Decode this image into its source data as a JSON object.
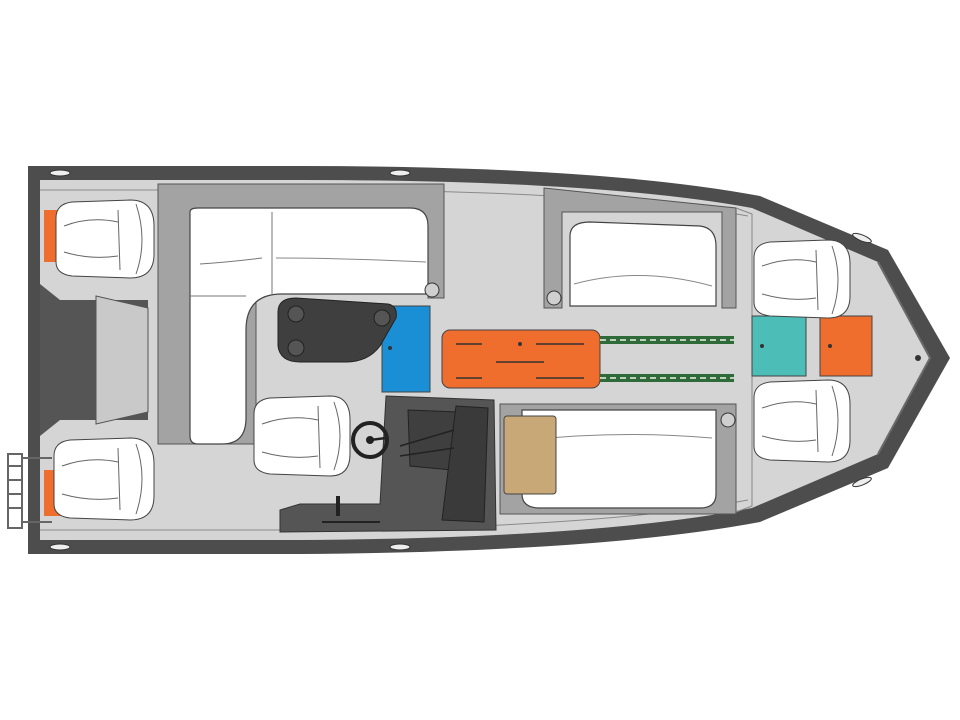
{
  "diagram": {
    "kind": "boat-deck-layout",
    "view": "top-down",
    "background_color": "#ffffff",
    "colors": {
      "hull_outline": "#4d4d4d",
      "gunwale": "#5c5c5c",
      "deck": "#d5d5d5",
      "console_frame": "#9a9a9a",
      "cushion": "#ffffff",
      "helm_console": "#555555",
      "dark_panel": "#3f3f3f",
      "storage_orange": "#ef6d2d",
      "storage_blue": "#1a8fd6",
      "storage_teal": "#4dbdb8",
      "cooler_tan": "#c9a878",
      "rod_locker_green": "#2e6b38"
    },
    "components": [
      {
        "name": "bow-casting-deck",
        "icon": "deck"
      },
      {
        "name": "stern-seat-port",
        "icon": "seat"
      },
      {
        "name": "stern-seat-starboard",
        "icon": "seat"
      },
      {
        "name": "helm-seat",
        "icon": "seat"
      },
      {
        "name": "bow-seat-port",
        "icon": "seat"
      },
      {
        "name": "bow-seat-starboard",
        "icon": "seat"
      },
      {
        "name": "rear-lounge",
        "icon": "cushion"
      },
      {
        "name": "port-side-bench",
        "icon": "cushion"
      },
      {
        "name": "starboard-side-bench",
        "icon": "cushion"
      },
      {
        "name": "center-storage-hatch",
        "icon": "hatch"
      },
      {
        "name": "livewell-blue",
        "icon": "hatch"
      },
      {
        "name": "bow-storage-teal",
        "icon": "hatch"
      },
      {
        "name": "bow-storage-orange",
        "icon": "hatch"
      },
      {
        "name": "stern-storage-port",
        "icon": "hatch"
      },
      {
        "name": "stern-storage-starboard",
        "icon": "hatch"
      },
      {
        "name": "rod-locker-upper",
        "icon": "rod-locker"
      },
      {
        "name": "rod-locker-lower",
        "icon": "rod-locker"
      },
      {
        "name": "helm-console",
        "icon": "console"
      },
      {
        "name": "steering-wheel",
        "icon": "steering-wheel"
      },
      {
        "name": "cooler",
        "icon": "cooler"
      },
      {
        "name": "boarding-ladder",
        "icon": "ladder"
      },
      {
        "name": "transom-motor-well",
        "icon": "motor-well"
      },
      {
        "name": "aft-jump-seat-table",
        "icon": "table"
      }
    ]
  }
}
